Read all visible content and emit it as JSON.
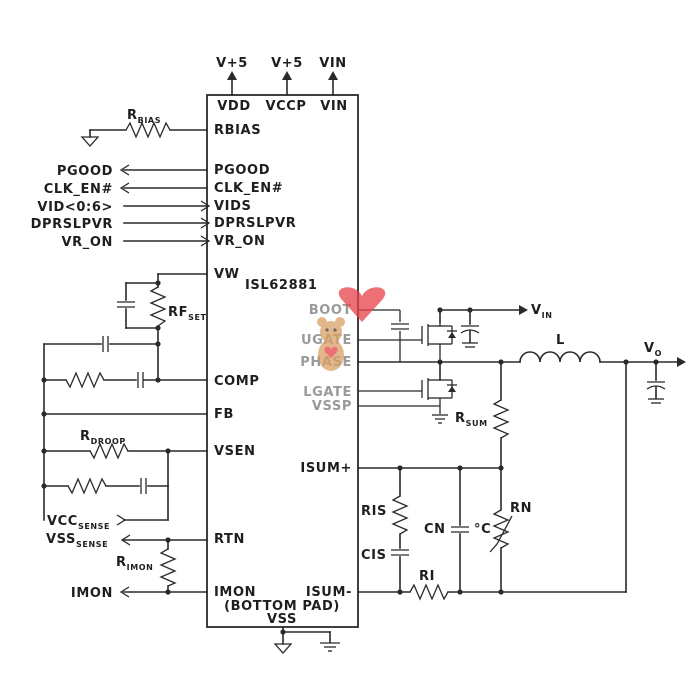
{
  "supply_labels": [
    "V+5",
    "V+5",
    "VIN"
  ],
  "chip": {
    "part_number": "ISL62881",
    "pins_top": [
      "VDD",
      "VCCP",
      "VIN"
    ],
    "pins_left": [
      "RBIAS",
      "PGOOD",
      "CLK_EN#",
      "VIDS",
      "DPRSLPVR",
      "VR_ON",
      "VW",
      "COMP",
      "FB",
      "VSEN",
      "RTN",
      "IMON"
    ],
    "pins_right": [
      "BOOT",
      "UGATE",
      "PHASE",
      "LGATE",
      "VSSP",
      "ISUM+",
      "ISUM-"
    ],
    "bottom_text": [
      "(BOTTOM PAD)",
      "VSS"
    ]
  },
  "signals": [
    "PGOOD",
    "CLK_EN#",
    "VID<0:6>",
    "DPRSLPVR",
    "VR_ON",
    "IMON"
  ],
  "components": {
    "rbias": {
      "main": "R",
      "sub": "BIAS"
    },
    "rfset": {
      "main": "RF",
      "sub": "SET"
    },
    "rdroop": {
      "main": "R",
      "sub": "DROOP"
    },
    "vcc_sense": {
      "main": "VCC",
      "sub": "SENSE"
    },
    "vss_sense": {
      "main": "VSS",
      "sub": "SENSE"
    },
    "rimon": {
      "main": "R",
      "sub": "IMON"
    },
    "vin_out": {
      "main": "V",
      "sub": "IN"
    },
    "inductor": "L",
    "vo": {
      "main": "V",
      "sub": "O"
    },
    "rsum": {
      "main": "R",
      "sub": "SUM"
    },
    "ris": "RIS",
    "cis": "CIS",
    "cn": "CN",
    "rn": "RN",
    "ri": "RI",
    "thermal": "°C"
  },
  "colors": {
    "wire": "#2a2a2a",
    "watermark_heart": "#e8414a",
    "watermark_bear": "#d9a066"
  }
}
